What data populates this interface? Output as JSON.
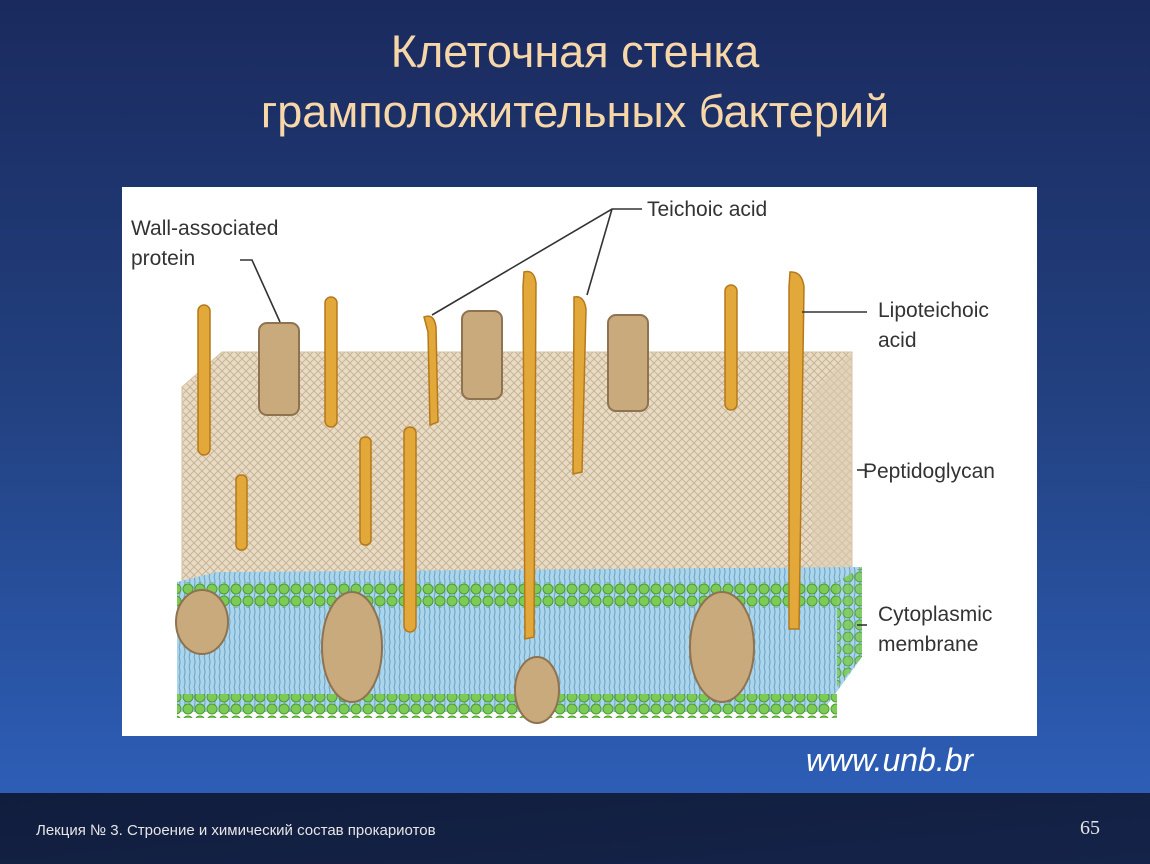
{
  "slide": {
    "title_line1": "Клеточная стенка",
    "title_line2": "грамположительных бактерий",
    "source": "www.unb.br",
    "footer": "Лекция № 3. Строение и химический  состав прокариотов",
    "page_number": "65"
  },
  "figure": {
    "labels": {
      "wall_protein_line1": "Wall-associated",
      "wall_protein_line2": "protein",
      "teichoic": "Teichoic acid",
      "lipoteichoic_line1": "Lipoteichoic",
      "lipoteichoic_line2": "acid",
      "peptidoglycan": "Peptidoglycan",
      "membrane_line1": "Cytoplasmic",
      "membrane_line2": "membrane"
    },
    "colors": {
      "peptidoglycan": "#e6d6be",
      "acid_rod": "#e2a83a",
      "protein": "#c9aa7c",
      "membrane": "#a9d6ec",
      "lipid_head": "#7ccb55"
    }
  }
}
